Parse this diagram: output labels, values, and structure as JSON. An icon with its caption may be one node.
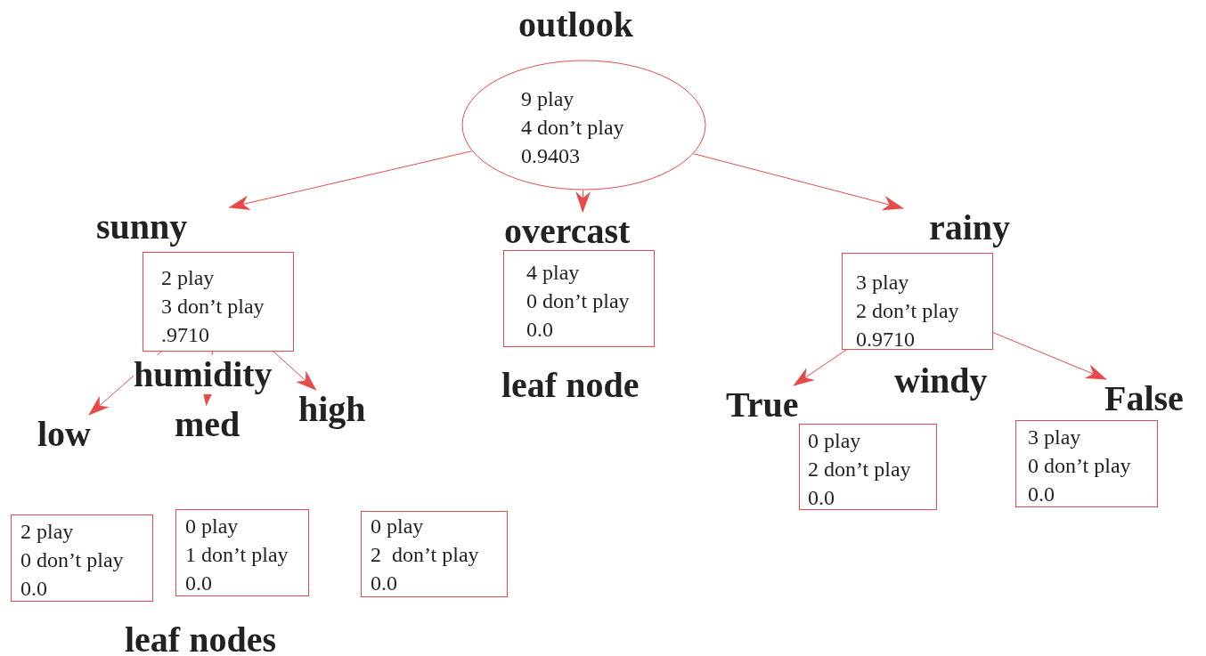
{
  "diagram": {
    "nodes": [
      {
        "text": [
          "outlook",
          "9 play",
          "4 don’t play",
          "0.9403"
        ]
      },
      {
        "text": [
          "sunny",
          "2 play",
          "3 don’t play",
          ".9710"
        ],
        "beside": [
          "humidity"
        ]
      },
      {
        "text": [
          "overcast",
          "4 play",
          "0 don’t play",
          "0.0"
        ],
        "beside": [
          "leaf node"
        ]
      },
      {
        "text": [
          "rainy",
          "3 play",
          "2 don’t play",
          "0.9710"
        ],
        "beside": [
          "windy"
        ]
      },
      {
        "text": [
          "low",
          "2 play",
          "0 don’t play",
          "0.0"
        ]
      },
      {
        "text": [
          "med",
          "0 play",
          "1 don’t play",
          "0.0"
        ]
      },
      {
        "text": [
          "high",
          "0 play",
          "2  don’t play",
          "0.0"
        ]
      },
      {
        "text": [
          "True",
          "0 play",
          "2 don’t play",
          "0.0"
        ]
      },
      {
        "text": [
          "False",
          "3 play",
          "0 don’t play",
          "0.0"
        ]
      }
    ],
    "edges": [
      {
        "from": 0,
        "to": 1,
        "arrow": "to"
      },
      {
        "from": 0,
        "to": 2,
        "arrow": "to"
      },
      {
        "from": 0,
        "to": 3,
        "arrow": "to"
      },
      {
        "from": 1,
        "to": 4,
        "arrow": "to"
      },
      {
        "from": 1,
        "to": 5,
        "arrow": "to"
      },
      {
        "from": 1,
        "to": 6,
        "arrow": "to"
      },
      {
        "from": 3,
        "to": 7,
        "arrow": "to"
      },
      {
        "from": 3,
        "to": 8,
        "arrow": "to"
      }
    ],
    "labels": [
      "leaf nodes"
    ]
  }
}
